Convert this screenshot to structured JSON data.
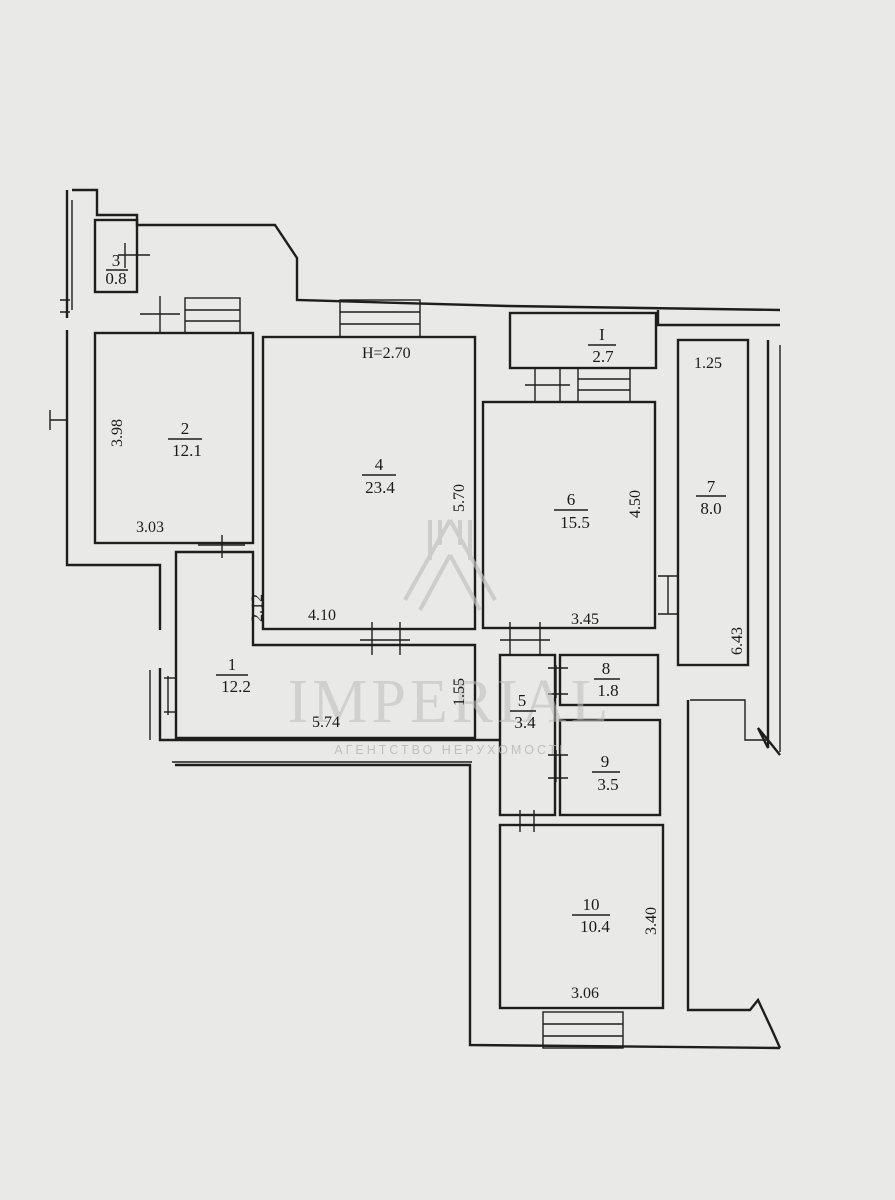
{
  "plan": {
    "height_label": "H=2.70",
    "rooms": [
      {
        "id": "room-1",
        "num": "1",
        "area": "12.2"
      },
      {
        "id": "room-2",
        "num": "2",
        "area": "12.1"
      },
      {
        "id": "room-3",
        "num": "3",
        "area": "0.8"
      },
      {
        "id": "room-4",
        "num": "4",
        "area": "23.4"
      },
      {
        "id": "room-5",
        "num": "5",
        "area": "3.4"
      },
      {
        "id": "room-6",
        "num": "6",
        "area": "15.5"
      },
      {
        "id": "room-7",
        "num": "7",
        "area": "8.0"
      },
      {
        "id": "room-8",
        "num": "8",
        "area": "1.8"
      },
      {
        "id": "room-9",
        "num": "9",
        "area": "3.5"
      },
      {
        "id": "room-10",
        "num": "10",
        "area": "10.4"
      },
      {
        "id": "balcony-I",
        "num": "I",
        "area": "2.7"
      }
    ],
    "dimensions": [
      "3.98",
      "3.03",
      "5.70",
      "4.10",
      "4.50",
      "3.45",
      "1.25",
      "6.43",
      "2.12",
      "1.55",
      "5.74",
      "3.40",
      "3.06"
    ]
  },
  "watermark": {
    "brand": "IMPERIAL",
    "tagline": "АГЕНТСТВО НЕРУХОМОСТІ"
  }
}
